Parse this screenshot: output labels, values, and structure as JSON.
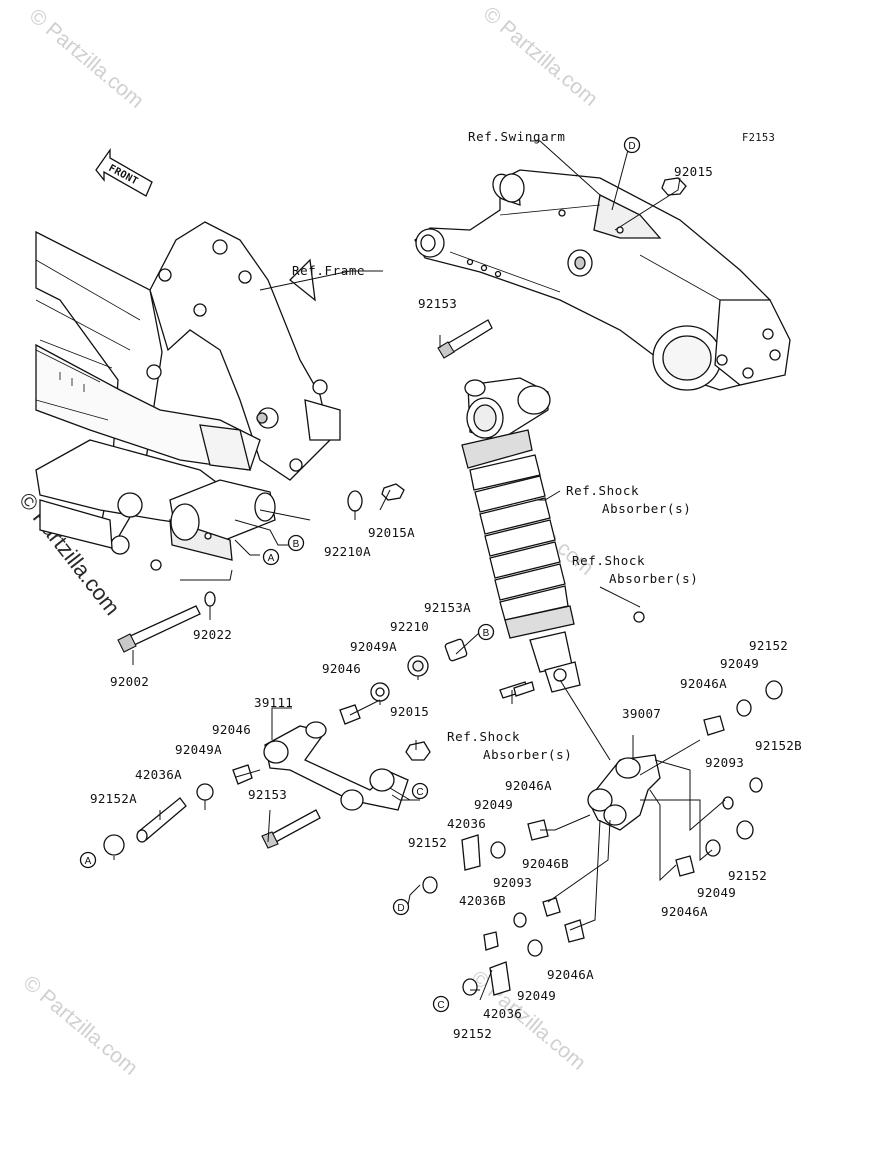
{
  "figure_code": "F2153",
  "front_label": "FRONT",
  "watermark": "© Partzilla.com",
  "references": {
    "swingarm": "Ref.Swingarm",
    "frame": "Ref.Frame",
    "shock_1_line1": "Ref.Shock",
    "shock_1_line2": "Absorber(s)",
    "shock_2_line1": "Ref.Shock",
    "shock_2_line2": "Absorber(s)",
    "shock_3_line1": "Ref.Shock",
    "shock_3_line2": "Absorber(s)"
  },
  "callouts": {
    "A": "A",
    "B": "B",
    "C": "C",
    "D": "D"
  },
  "part_numbers": {
    "p92015_top": "92015",
    "p92153_top": "92153",
    "p92015A": "92015A",
    "p92210A": "92210A",
    "p92022": "92022",
    "p92002": "92002",
    "p92153A": "92153A",
    "p92210": "92210",
    "p92049A_mid": "92049A",
    "p92046_mid": "92046",
    "p39111": "39111",
    "p92015_mid": "92015",
    "p92046_left": "92046",
    "p92049A_left": "92049A",
    "p42036A": "42036A",
    "p92152A": "92152A",
    "p92153_low": "92153",
    "p92152_tr": "92152",
    "p92049_tr": "92049",
    "p92046A_tr": "92046A",
    "p39007": "39007",
    "p92152B": "92152B",
    "p92093_r": "92093",
    "p92046A_c": "92046A",
    "p92049_c": "92049",
    "p42036_c": "42036",
    "p92152_c": "92152",
    "p92046B": "92046B",
    "p92093_c": "92093",
    "p42036B": "42036B",
    "p92152_r": "92152",
    "p92049_r": "92049",
    "p92046A_r": "92046A",
    "p92046A_b": "92046A",
    "p92049_b": "92049",
    "p42036_b": "42036",
    "p92152_b": "92152"
  }
}
